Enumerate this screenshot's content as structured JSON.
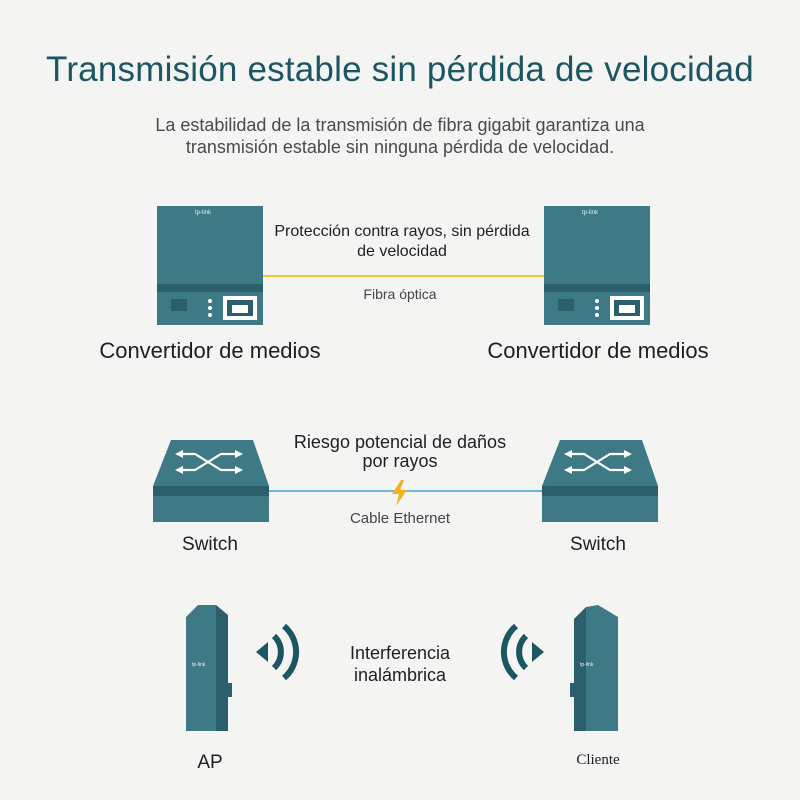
{
  "header": {
    "title": "Transmisión estable sin pérdida de velocidad",
    "subtitle_line1": "La estabilidad de la transmisión de fibra gigabit garantiza una",
    "subtitle_line2": "transmisión estable sin ninguna pérdida de velocidad."
  },
  "fiber_section": {
    "caption_line1": "Protección contra rayos, sin pérdida",
    "caption_line2": "de velocidad",
    "link_label": "Fibra óptica",
    "left_device_label": "Convertidor de medios",
    "right_device_label": "Convertidor de medios",
    "logo_text": "tp-link"
  },
  "ethernet_section": {
    "caption_line1": "Riesgo potencial de daños",
    "caption_line2": "por rayos",
    "link_label": "Cable Ethernet",
    "left_device_label": "Switch",
    "right_device_label": "Switch"
  },
  "wireless_section": {
    "caption_line1": "Interferencia",
    "caption_line2": "inalámbrica",
    "left_device_label": "AP",
    "right_device_label": "Cliente",
    "logo_text": "tp-link"
  },
  "colors": {
    "device_teal": "#3d7a86",
    "device_dark": "#2a5f6b",
    "title_teal": "#1d5663",
    "fiber_line": "#f3c535",
    "ethernet_line": "#6db5da",
    "bolt": "#f3b21d",
    "signal": "#1d5663"
  }
}
